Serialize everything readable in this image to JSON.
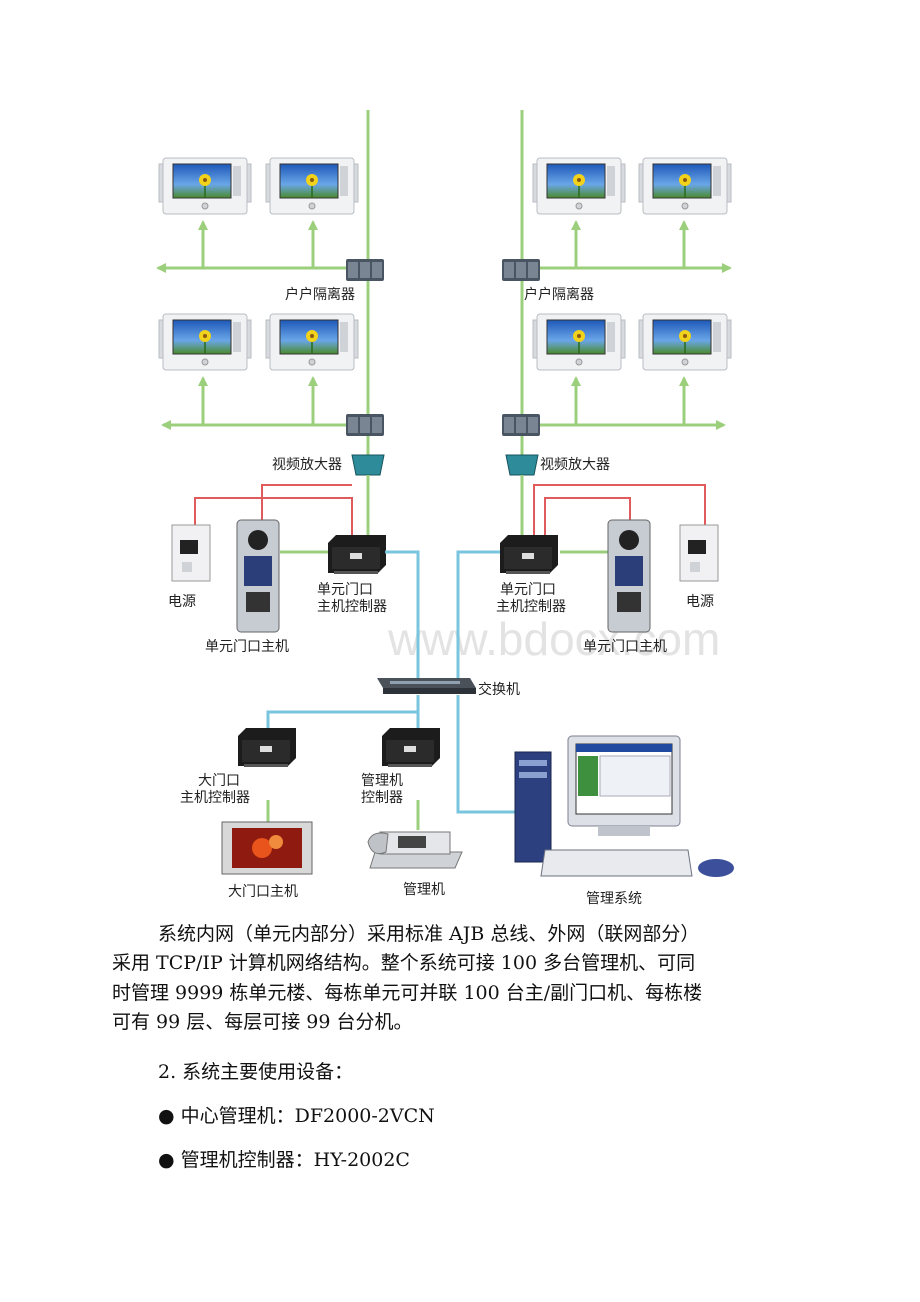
{
  "diagram": {
    "labels": {
      "isolator_left": "户户隔离器",
      "isolator_right": "户户隔离器",
      "amplifier_left": "视频放大器",
      "amplifier_right": "视频放大器",
      "power_left": "电源",
      "power_right": "电源",
      "unit_door_main_left": "单元门口主机",
      "unit_door_main_right": "单元门口主机",
      "unit_ctrl_left_1": "单元门口",
      "unit_ctrl_left_2": "主机控制器",
      "unit_ctrl_right_1": "单元门口",
      "unit_ctrl_right_2": "主机控制器",
      "switch": "交换机",
      "gate_ctrl_1": "大门口",
      "gate_ctrl_2": "主机控制器",
      "mgr_ctrl_1": "管理机",
      "mgr_ctrl_2": "控制器",
      "gate_main": "大门口主机",
      "manager": "管理机",
      "mgmt_system": "管理系统"
    },
    "watermark": "www.bdocx.com"
  },
  "text": {
    "paragraph": [
      "系统内网（单元内部分）采用标准 AJB 总线、外网（联网部分）",
      "采用 TCP/IP 计算机网络结构。整个系统可接 100 多台管理机、可同",
      "时管理 9999 栋单元楼、每栋单元可并联 100 台主/副门口机、每栋楼",
      "可有 99 层、每层可接 99 台分机。"
    ],
    "section_title": "2. 系统主要使用设备：",
    "bullets": [
      "● 中心管理机：DF2000-2VCN",
      "● 管理机控制器：HY-2002C"
    ]
  },
  "colors": {
    "bus_green": "#9bcf7c",
    "network_blue": "#79c4de",
    "power_red": "#e05b5b"
  }
}
